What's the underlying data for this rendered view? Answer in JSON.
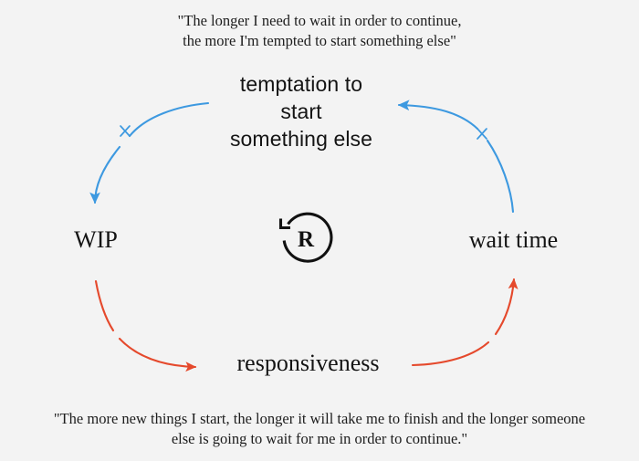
{
  "diagram": {
    "type": "causal-loop-diagram",
    "background_color": "#f3f3f3",
    "loop_marker": {
      "label": "R",
      "meaning": "reinforcing-loop",
      "direction": "counterclockwise",
      "color": "#111111"
    },
    "quotes": {
      "top": "\"The longer I need to wait in order to continue,\nthe more I'm tempted to start something else\"",
      "bottom": "\"The more new things I start, the longer it will take me to finish and the longer someone\nelse is going to wait for me in order to continue.\""
    },
    "nodes": [
      {
        "id": "temptation",
        "label": "temptation to\nstart\nsomething else",
        "position": "top"
      },
      {
        "id": "wip",
        "label": "WIP",
        "position": "left"
      },
      {
        "id": "wait-time",
        "label": "wait time",
        "position": "right"
      },
      {
        "id": "responsiveness",
        "label": "responsiveness",
        "position": "bottom"
      }
    ],
    "links": [
      {
        "id": "temptation-to-wip",
        "from": "temptation",
        "to": "wip",
        "color": "#3d99e0",
        "polarity": "same",
        "has_delay_marker": false,
        "marker": "x"
      },
      {
        "id": "wip-to-responsiveness",
        "from": "wip",
        "to": "responsiveness",
        "color": "#e5492c",
        "polarity": "opposite",
        "has_delay_marker": true,
        "marker": ""
      },
      {
        "id": "responsiveness-to-wait-time",
        "from": "responsiveness",
        "to": "wait-time",
        "color": "#e5492c",
        "polarity": "opposite",
        "has_delay_marker": true,
        "marker": ""
      },
      {
        "id": "wait-time-to-temptation",
        "from": "wait-time",
        "to": "temptation",
        "color": "#3d99e0",
        "polarity": "same",
        "has_delay_marker": false,
        "marker": "x"
      }
    ],
    "colors": {
      "blue": "#3d99e0",
      "red": "#e5492c",
      "text": "#1b1b1b",
      "background": "#f3f3f3"
    }
  }
}
